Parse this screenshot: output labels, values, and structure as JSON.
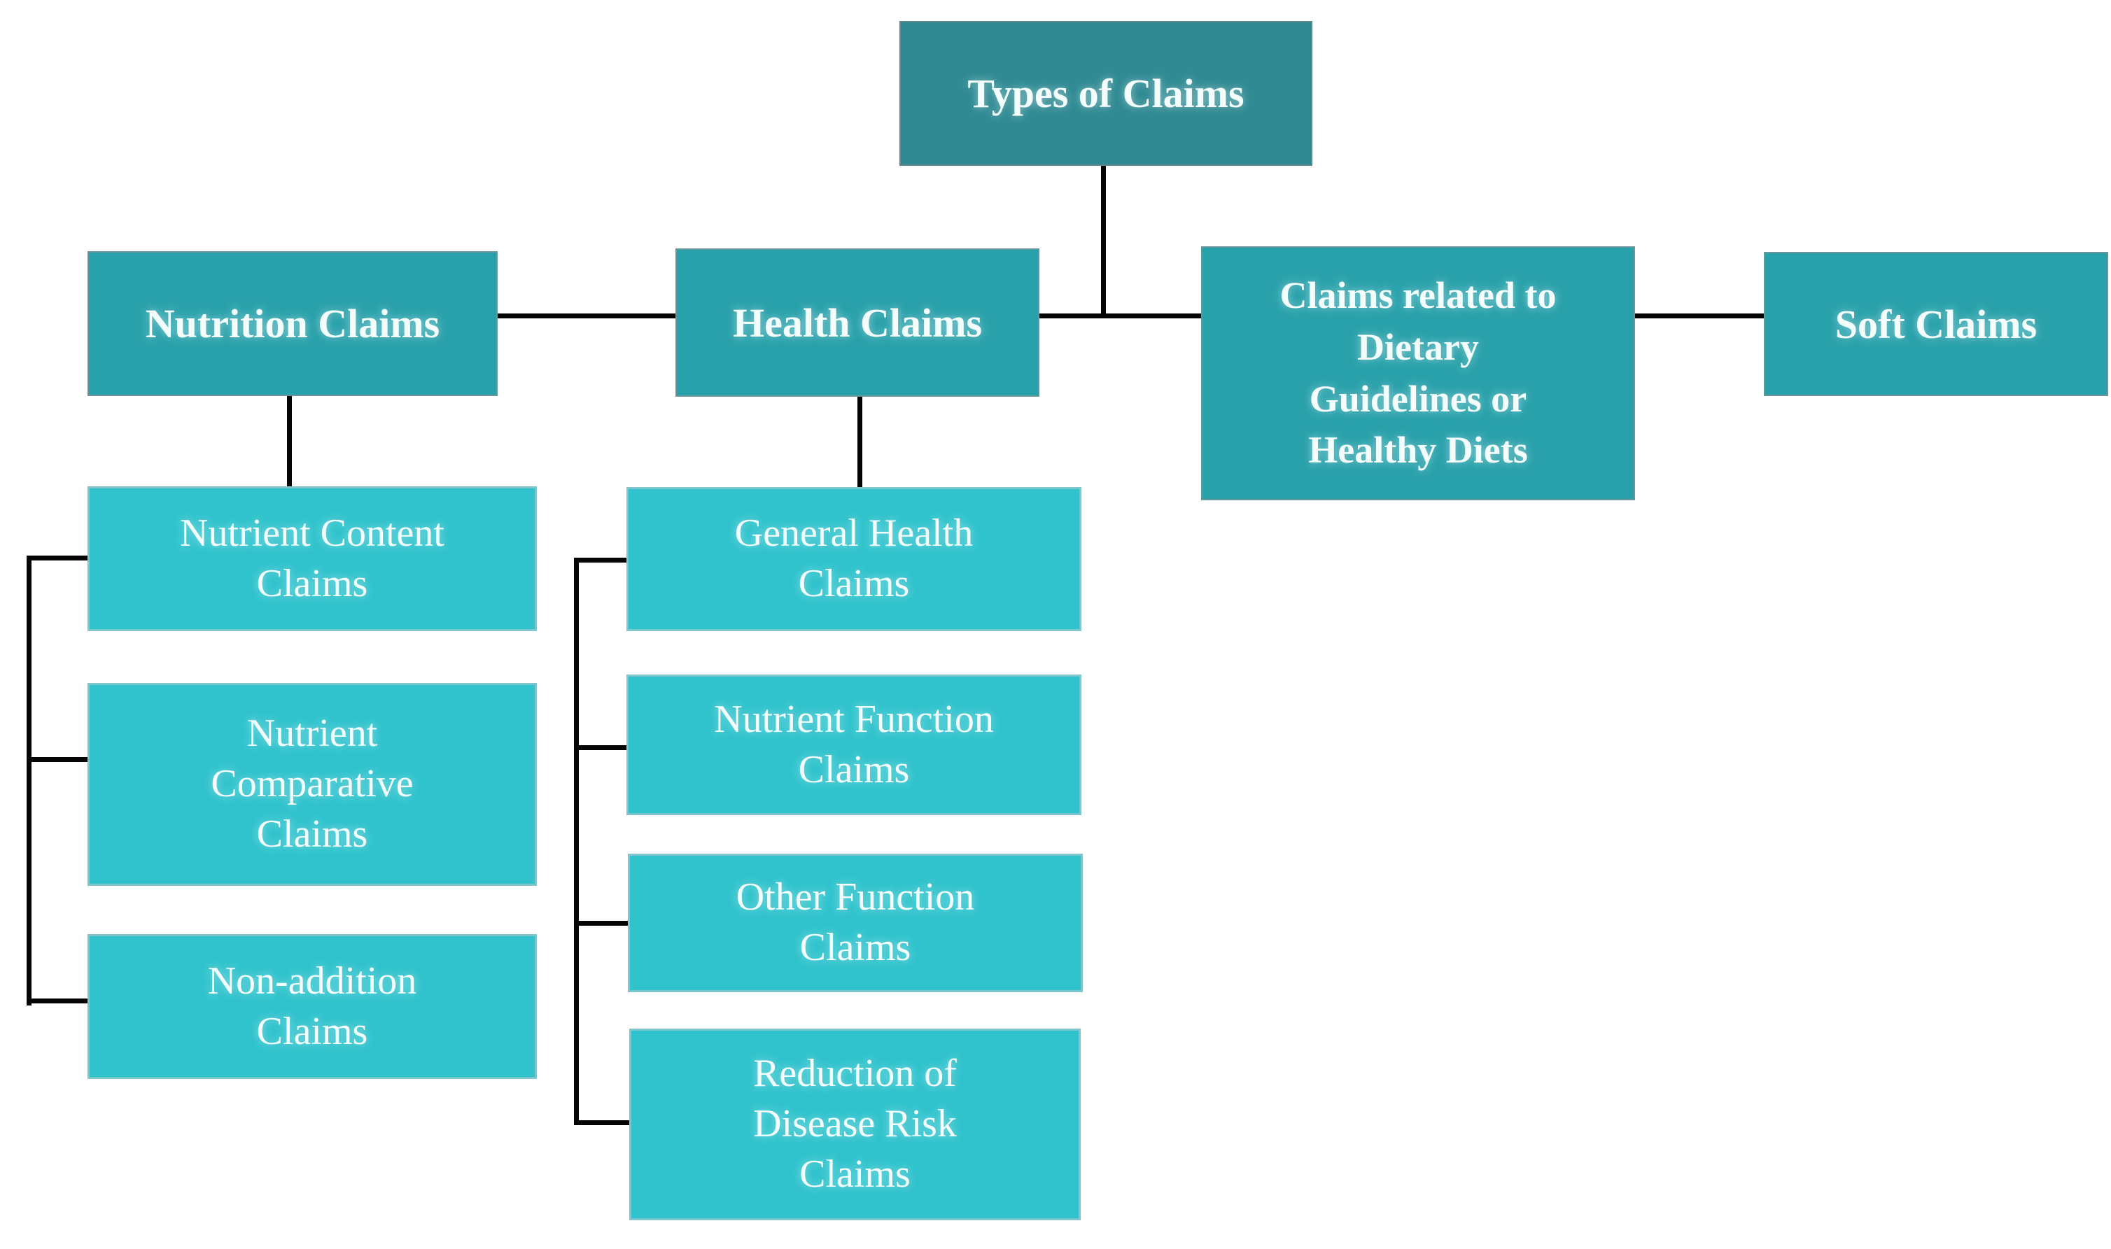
{
  "diagram": {
    "title": "Types of Claims"
  },
  "nodes": {
    "types": {
      "label": "Types of Claims",
      "level": 1
    },
    "nutrition": {
      "label": "Nutrition Claims",
      "level": 2
    },
    "health": {
      "label": "Health Claims",
      "level": 2
    },
    "dietary": {
      "label": "Claims related to\nDietary\nGuidelines or\nHealthy Diets",
      "level": 2
    },
    "soft": {
      "label": "Soft Claims",
      "level": 2
    },
    "nutrient_content": {
      "label": "Nutrient Content\nClaims",
      "level": 3,
      "parent": "Nutrition Claims"
    },
    "nutrient_comparative": {
      "label": "Nutrient\nComparative\nClaims",
      "level": 3,
      "parent": "Nutrition Claims"
    },
    "non_addition": {
      "label": "Non-addition\nClaims",
      "level": 3,
      "parent": "Nutrition Claims"
    },
    "general_health": {
      "label": "General Health\nClaims",
      "level": 3,
      "parent": "Health Claims"
    },
    "nutrient_function": {
      "label": "Nutrient Function\nClaims",
      "level": 3,
      "parent": "Health Claims"
    },
    "other_function": {
      "label": "Other Function\nClaims",
      "level": 3,
      "parent": "Health Claims"
    },
    "reduction": {
      "label": "Reduction of\nDisease Risk\nClaims",
      "level": 3,
      "parent": "Health Claims"
    }
  },
  "colors": {
    "c1": "#2f8a93",
    "c2": "#29a1ab",
    "c3": "#30c3cd",
    "line": "#050505",
    "text": "#f2fdfc"
  }
}
